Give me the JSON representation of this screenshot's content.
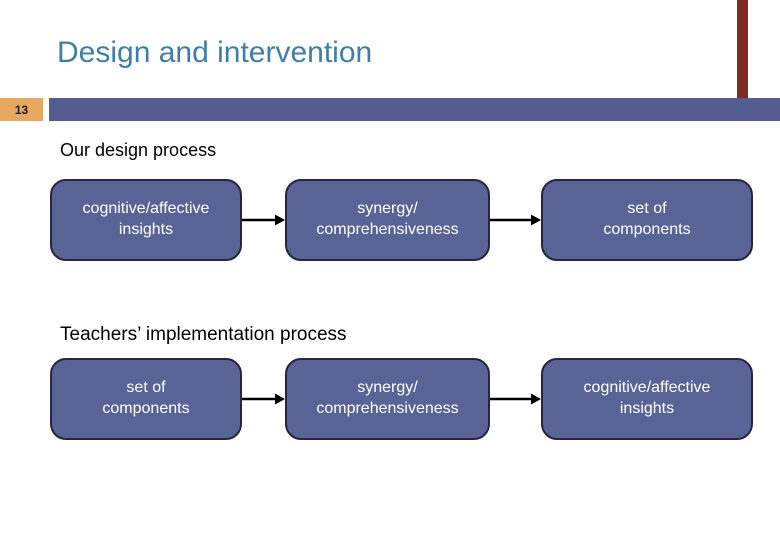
{
  "slide": {
    "title": "Design and intervention",
    "page_number": "13",
    "sections": [
      {
        "heading": "Our design process",
        "boxes": [
          {
            "label": "cognitive/affective\ninsights"
          },
          {
            "label": "synergy/\ncomprehensiveness"
          },
          {
            "label": "set of\ncomponents"
          }
        ]
      },
      {
        "heading": "Teachers’ implementation process",
        "boxes": [
          {
            "label": "set of\ncomponents"
          },
          {
            "label": "synergy/\ncomprehensiveness"
          },
          {
            "label": "cognitive/affective\ninsights"
          }
        ]
      }
    ],
    "colors": {
      "title_text": "#3F7EA9",
      "header_band": "#535D92",
      "page_number_bg": "#E8A75F",
      "accent_bar": "#7E2B24",
      "box_fill": "#596396",
      "box_border": "#26263E",
      "box_text": "#FFFFFF",
      "heading_text": "#000000",
      "arrow": "#000000"
    }
  }
}
